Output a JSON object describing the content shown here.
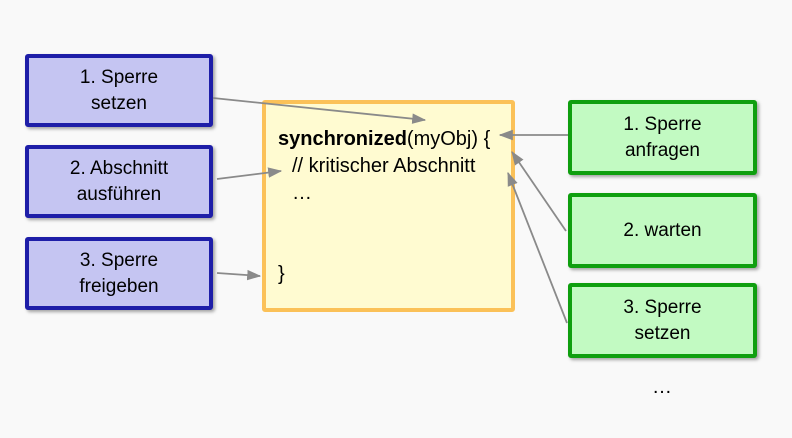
{
  "slide": {
    "thread_a_steps": [
      {
        "label": "1. Sperre\nsetzen"
      },
      {
        "label": "2. Abschnitt\nausführen"
      },
      {
        "label": "3. Sperre\nfreigeben"
      }
    ],
    "code_block": {
      "keyword": "synchronized",
      "line1_rest": "(myObj) {",
      "comment": "// kritischer Abschnitt",
      "ellipsis": "…",
      "closing_brace": "}"
    },
    "thread_b_steps": [
      {
        "label": "1. Sperre\nanfragen"
      },
      {
        "label": "2. warten"
      },
      {
        "label": "3. Sperre\nsetzen"
      }
    ],
    "bottom_ellipsis": "…",
    "colors": {
      "page_bg": "#f9f9f9",
      "left_box_fill": "#c5c5f2",
      "left_box_border": "#1e1ea8",
      "right_box_fill": "#c2fac2",
      "right_box_border": "#0f9f0f",
      "code_box_fill": "#fffbd1",
      "code_box_border": "#fbc158",
      "arrow": "#8a8a8a"
    }
  }
}
